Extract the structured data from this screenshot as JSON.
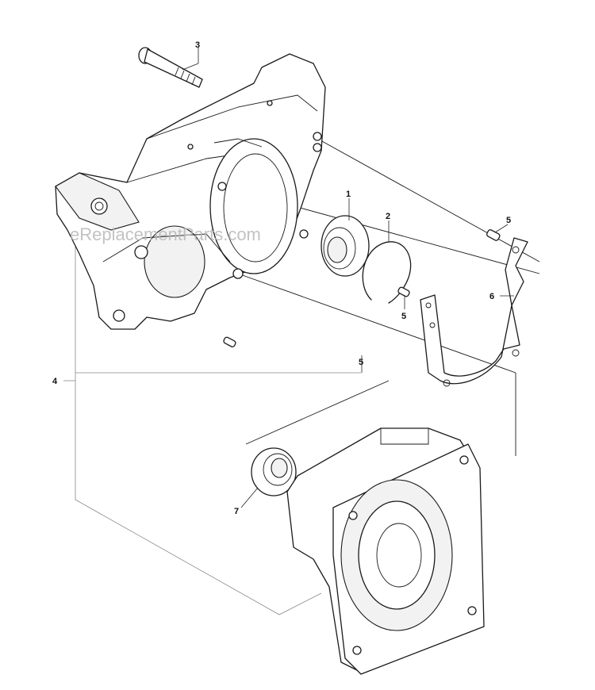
{
  "watermark": "eReplacementParts.com",
  "callouts": [
    {
      "id": "c1",
      "text": "1"
    },
    {
      "id": "c2",
      "text": "2"
    },
    {
      "id": "c3",
      "text": "3"
    },
    {
      "id": "c4",
      "text": "4"
    },
    {
      "id": "c5a",
      "text": "5"
    },
    {
      "id": "c5b",
      "text": "5"
    },
    {
      "id": "c5c",
      "text": "5"
    },
    {
      "id": "c6",
      "text": "6"
    },
    {
      "id": "c7",
      "text": "7"
    }
  ],
  "colors": {
    "line": "#1a1a1a",
    "watermark": "#b8b8b8",
    "background": "#ffffff"
  }
}
